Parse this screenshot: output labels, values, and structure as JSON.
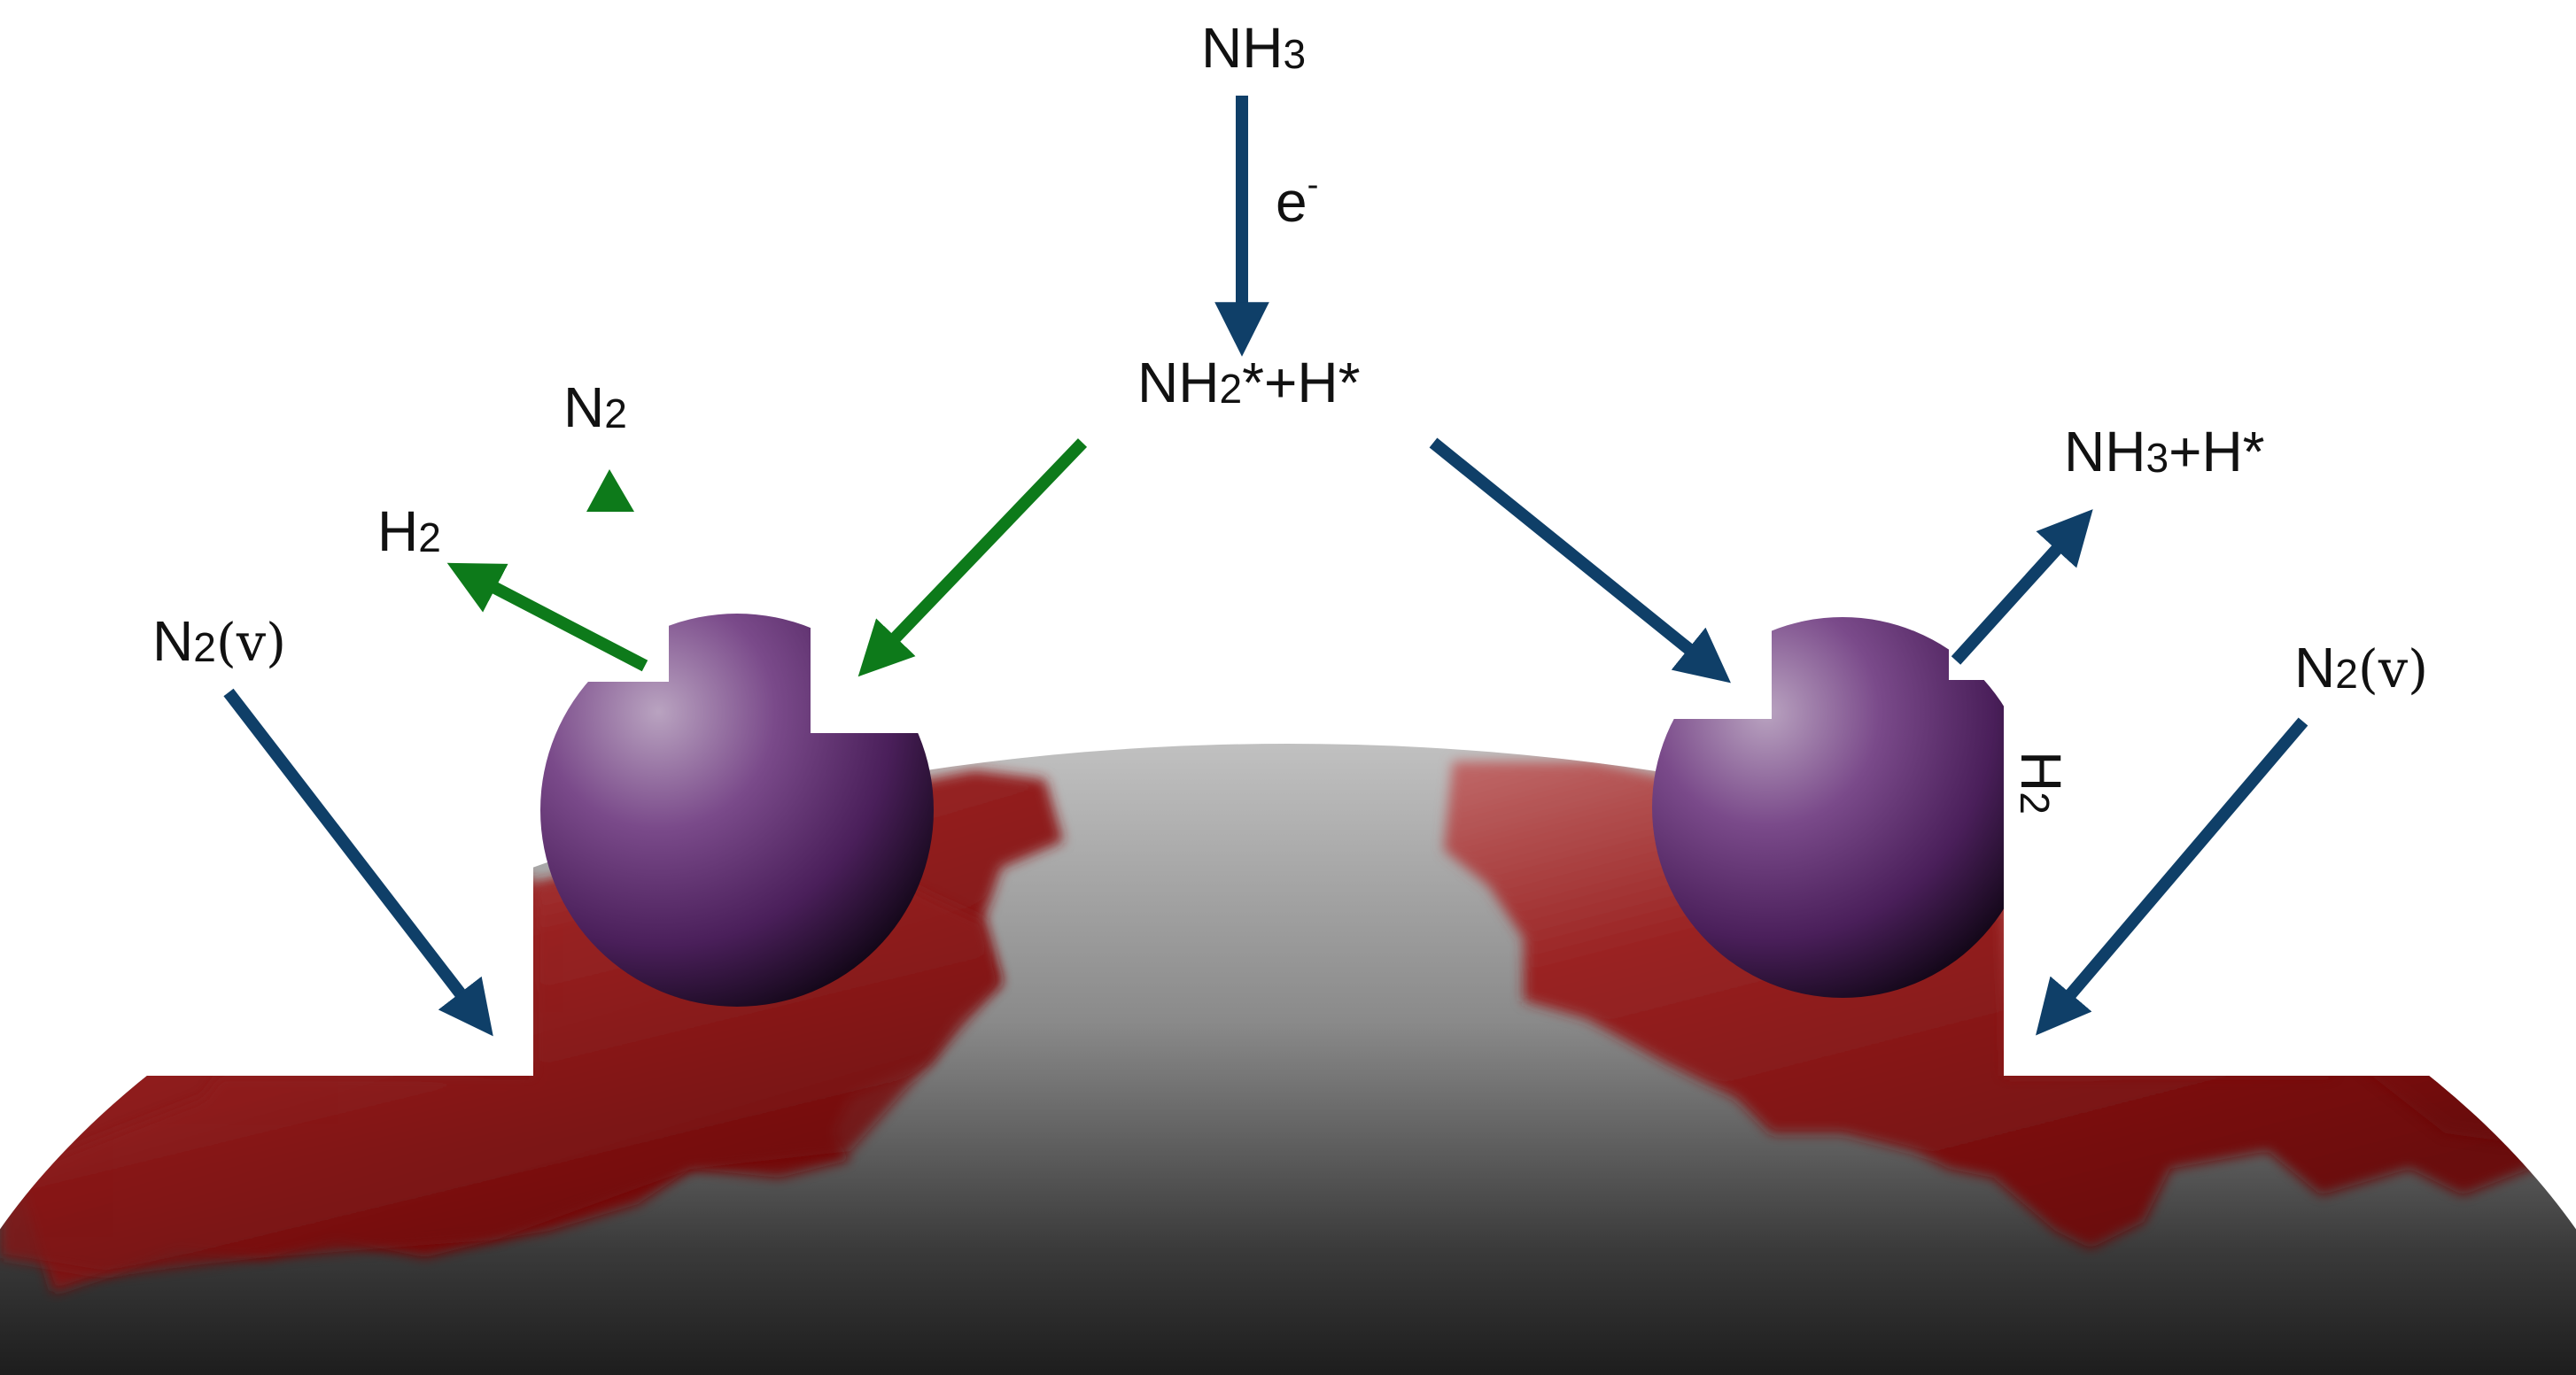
{
  "labels": {
    "nh3_top": "NH",
    "nh3_top_sub": "3",
    "electron": "e",
    "electron_sup": "-",
    "intermediate_a": "NH",
    "intermediate_sub": "2",
    "intermediate_b": "*+H*",
    "n2_product": "N",
    "n2_product_sub": "2",
    "h2_product": "H",
    "h2_product_sub": "2",
    "n2v_left": "N",
    "n2v_left_sub": "2",
    "n2v_left_v": "(v)",
    "nh3_h_right_a": "NH",
    "nh3_h_right_sub": "3",
    "nh3_h_right_b": "+H*",
    "h2_right": "H",
    "h2_right_sub": "2",
    "n2v_right": "N",
    "n2v_right_sub": "2",
    "n2v_right_v": "(v)"
  },
  "colors": {
    "navy_arrow": "#0f3f68",
    "green_arrow": "#0d7a1a",
    "support_gray": "#8c8c8c",
    "support_red": "#8c1414",
    "particle_purple": "#6a3a7c"
  }
}
